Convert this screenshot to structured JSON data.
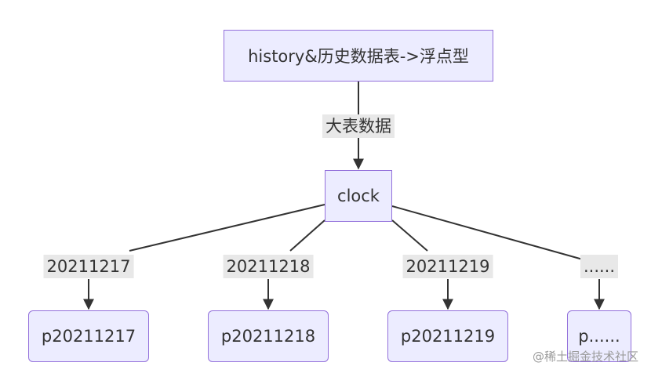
{
  "diagram": {
    "root": {
      "label": "history&历史数据表->浮点型"
    },
    "root_edge": {
      "label": "大表数据"
    },
    "clock": {
      "label": "clock"
    },
    "partitions": [
      {
        "edge_label": "20211217",
        "node_label": "p20211217"
      },
      {
        "edge_label": "20211218",
        "node_label": "p20211218"
      },
      {
        "edge_label": "20211219",
        "node_label": "p20211219"
      },
      {
        "edge_label": "......",
        "node_label": "p......"
      }
    ]
  },
  "watermark": "@稀土掘金技术社区",
  "colors": {
    "node_fill": "#ECECFF",
    "node_border": "#9370DB",
    "edge": "#333333",
    "label_bg": "#e8e8e8"
  }
}
